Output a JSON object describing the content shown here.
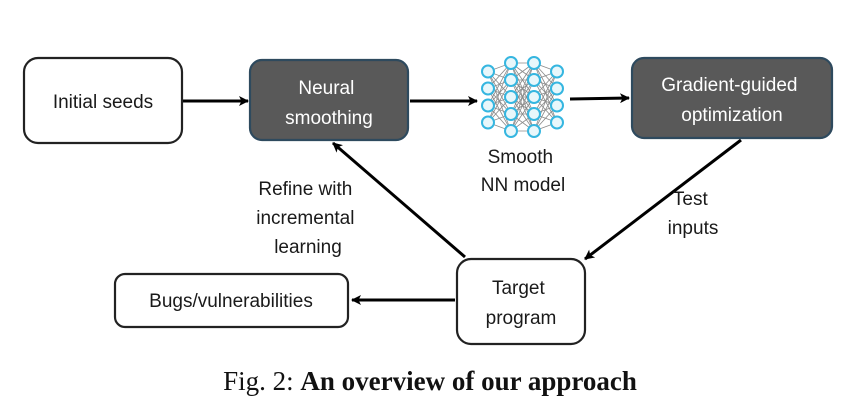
{
  "nodes": {
    "initial_seeds": "Initial seeds",
    "neural_smoothing": [
      "Neural",
      "smoothing"
    ],
    "gradient_guided": [
      "Gradient-guided",
      "optimization"
    ],
    "target_program": [
      "Target",
      "program"
    ],
    "bugs": "Bugs/vulnerabilities"
  },
  "labels": {
    "smooth_nn": [
      "Smooth",
      "NN model"
    ],
    "refine": [
      "Refine with",
      "incremental",
      "learning"
    ],
    "test_inputs": [
      "Test",
      "inputs"
    ]
  },
  "nn_icon": {
    "name": "neural-network-icon",
    "layers": [
      4,
      5,
      5,
      4
    ],
    "node_color": "#35b6e0"
  },
  "caption": {
    "prefix": "Fig. 2:",
    "title": "An overview of our approach"
  },
  "colors": {
    "dark_box": "#595959",
    "dark_box_border": "#2e4a5e"
  }
}
